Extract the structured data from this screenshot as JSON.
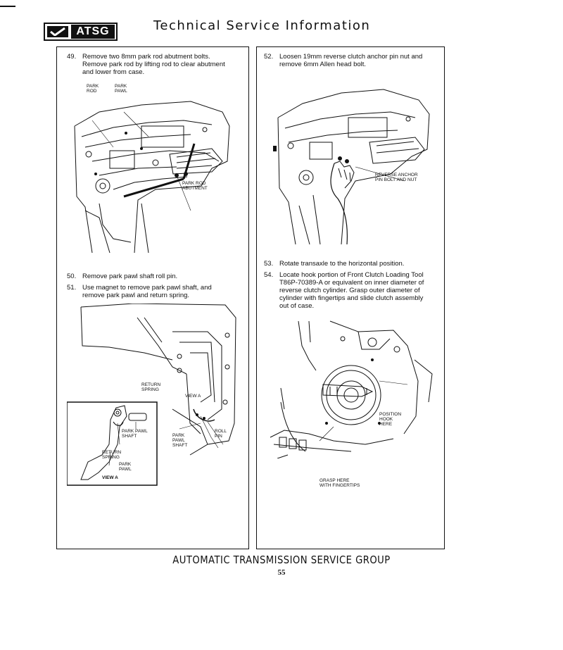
{
  "header": {
    "logo_text": "ATSG",
    "title": "Technical Service Information"
  },
  "left_panel": {
    "step_49": {
      "number": "49.",
      "lines": [
        "Remove two 8mm park rod abutment bolts.",
        "Remove park rod by lifting rod to clear abutment",
        "and lower from case."
      ]
    },
    "figure_1": {
      "labels": {
        "park_rod": "PARK\nROD",
        "park_pawl": "PARK\nPAWL",
        "park_rod_abutment": "PARK ROD\nABUTMENT"
      }
    },
    "step_50": {
      "number": "50.",
      "lines": [
        "Remove park pawl shaft roll pin."
      ]
    },
    "step_51": {
      "number": "51.",
      "lines": [
        "Use magnet to remove park pawl shaft, and",
        "remove park pawl and return spring."
      ]
    },
    "figure_2": {
      "labels": {
        "return_spring": "RETURN\nSPRING",
        "view_a_marker": "VIEW A",
        "park_pawl_shaft_inset": "PARK PAWL\nSHAFT",
        "return_spring_inset": "RETURN\nSPRING",
        "park_pawl_inset": "PARK\nPAWL",
        "view_a_caption": "VIEW A",
        "park_pawl_shaft": "PARK\nPAWL\nSHAFT",
        "roll_pin": "ROLL\nPIN"
      }
    }
  },
  "right_panel": {
    "step_52": {
      "number": "52.",
      "lines": [
        "Loosen 19mm reverse clutch anchor pin nut and",
        "remove 6mm Allen head bolt."
      ]
    },
    "figure_3": {
      "labels": {
        "reverse_anchor": "REVERSE ANCHOR\nPIN BOLT AND NUT"
      }
    },
    "step_53": {
      "number": "53.",
      "lines": [
        "Rotate transaxle to the horizontal position."
      ]
    },
    "step_54": {
      "number": "54.",
      "lines": [
        "Locate hook portion of Front Clutch Loading Tool",
        "T86P-70389-A or equivalent on inner diameter of",
        "reverse clutch cylinder. Grasp outer diameter of",
        "cylinder with fingertips and slide clutch assembly",
        "out of case."
      ]
    },
    "figure_4": {
      "labels": {
        "position_hook": "POSITION\nHOOK\nHERE",
        "grasp_here": "GRASP HERE\nWITH FINGERTIPS"
      }
    }
  },
  "footer": {
    "title": "AUTOMATIC TRANSMISSION SERVICE GROUP",
    "page_number": "55"
  }
}
